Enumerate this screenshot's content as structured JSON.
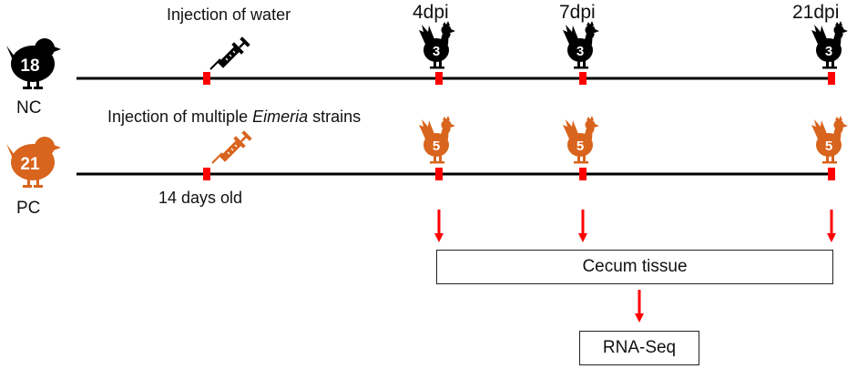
{
  "groups": [
    {
      "id": "nc",
      "label": "NC",
      "count": "18",
      "color": "#000000"
    },
    {
      "id": "pc",
      "label": "PC",
      "count": "21",
      "color": "#d8641d"
    }
  ],
  "injection": {
    "nc_label": "Injection of water",
    "pc_label_prefix": "Injection of multiple ",
    "pc_label_italic": "Eimeria",
    "pc_label_suffix": " strains",
    "age_label": "14 days old"
  },
  "timepoints": [
    {
      "label": "4dpi",
      "nc_count": "3",
      "pc_count": "5"
    },
    {
      "label": "7dpi",
      "nc_count": "3",
      "pc_count": "5"
    },
    {
      "label": "21dpi",
      "nc_count": "3",
      "pc_count": "5"
    }
  ],
  "sample_box": "Cecum tissue",
  "output_box": "RNA-Seq",
  "colors": {
    "marker": "#ff0000",
    "arrow": "#ff0000",
    "timeline": "#000000",
    "pc": "#d8641d",
    "nc": "#000000"
  },
  "icons": {
    "group": "chick-icon",
    "injection": "syringe-icon",
    "sample": "hen-icon"
  }
}
